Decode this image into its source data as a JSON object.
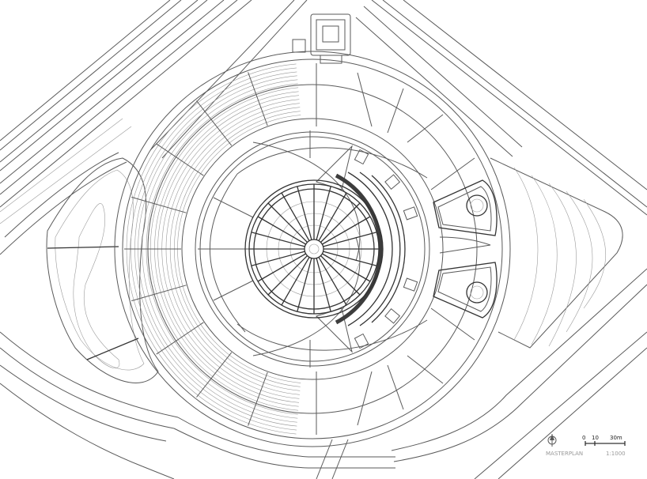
{
  "legend": {
    "title": "MASTERPLAN",
    "scale": "1:1000",
    "bar_labels": [
      "0",
      "10",
      "30m"
    ]
  },
  "icons": {
    "north": "north-arrow-icon"
  },
  "colors": {
    "line": "#5a5a5a",
    "background": "#ffffff",
    "dome": "#3d3d3d"
  }
}
